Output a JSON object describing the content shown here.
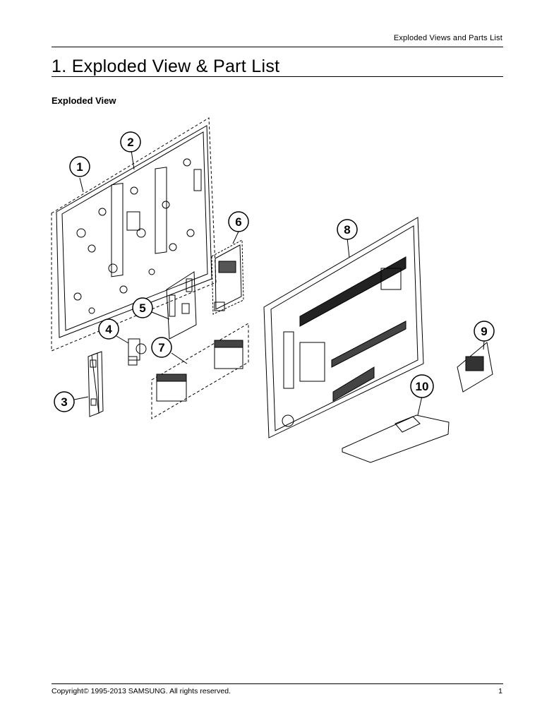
{
  "header": {
    "running_title": "Exploded Views and Parts List"
  },
  "title": "1.  Exploded View & Part List",
  "section": {
    "heading": "Exploded View"
  },
  "callouts": {
    "c1": "1",
    "c2": "2",
    "c3": "3",
    "c4": "4",
    "c5": "5",
    "c6": "6",
    "c7": "7",
    "c8": "8",
    "c9": "9",
    "c10": "10"
  },
  "footer": {
    "copyright": "Copyright© 1995-2013 SAMSUNG. All rights reserved.",
    "page_number": "1"
  }
}
